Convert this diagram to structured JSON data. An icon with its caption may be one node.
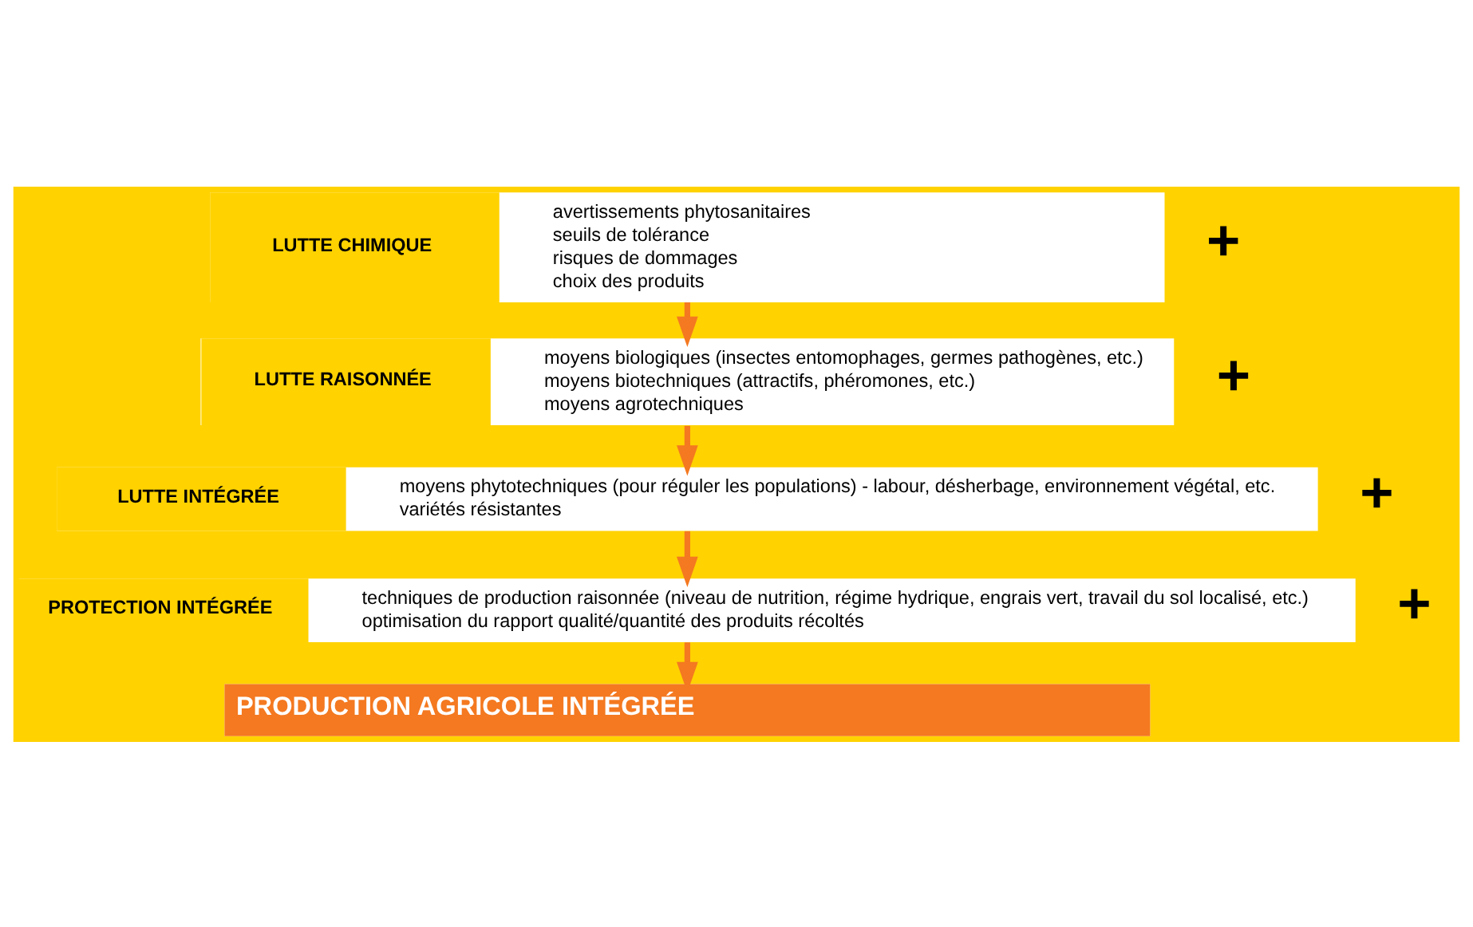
{
  "diagram": {
    "nodes": [
      {
        "text": [
          "LUTTE CHIMIQUE",
          "avertissements phytosanitaires",
          "seuils de tolérance",
          "risques de dommages",
          "choix des produits"
        ]
      },
      {
        "text": [
          "LUTTE RAISONNÉE",
          "moyens biologiques (insectes entomophages, germes pathogènes, etc.)",
          "moyens biotechniques (attractifs, phéromones, etc.)",
          "moyens agrotechniques"
        ]
      },
      {
        "text": [
          "LUTTE INTÉGRÉE",
          "moyens phytotechniques (pour réguler les populations) - labour, désherbage, environnement végétal, etc.",
          "variétés résistantes"
        ]
      },
      {
        "text": [
          "PROTECTION INTÉGRÉE",
          "techniques de production raisonnée (niveau de nutrition, régime hydrique, engrais vert, travail du sol localisé, etc.)",
          "optimisation du rapport qualité/quantité des produits récoltés"
        ]
      },
      {
        "text": [
          "PRODUCTION AGRICOLE INTÉGRÉE"
        ]
      }
    ],
    "edges": [
      {
        "from": 0,
        "to": 1,
        "arrow": "to"
      },
      {
        "from": 1,
        "to": 2,
        "arrow": "to"
      },
      {
        "from": 2,
        "to": 3,
        "arrow": "to"
      },
      {
        "from": 3,
        "to": 4,
        "arrow": "to"
      }
    ],
    "labels": [
      "+",
      "+",
      "+",
      "+"
    ]
  }
}
